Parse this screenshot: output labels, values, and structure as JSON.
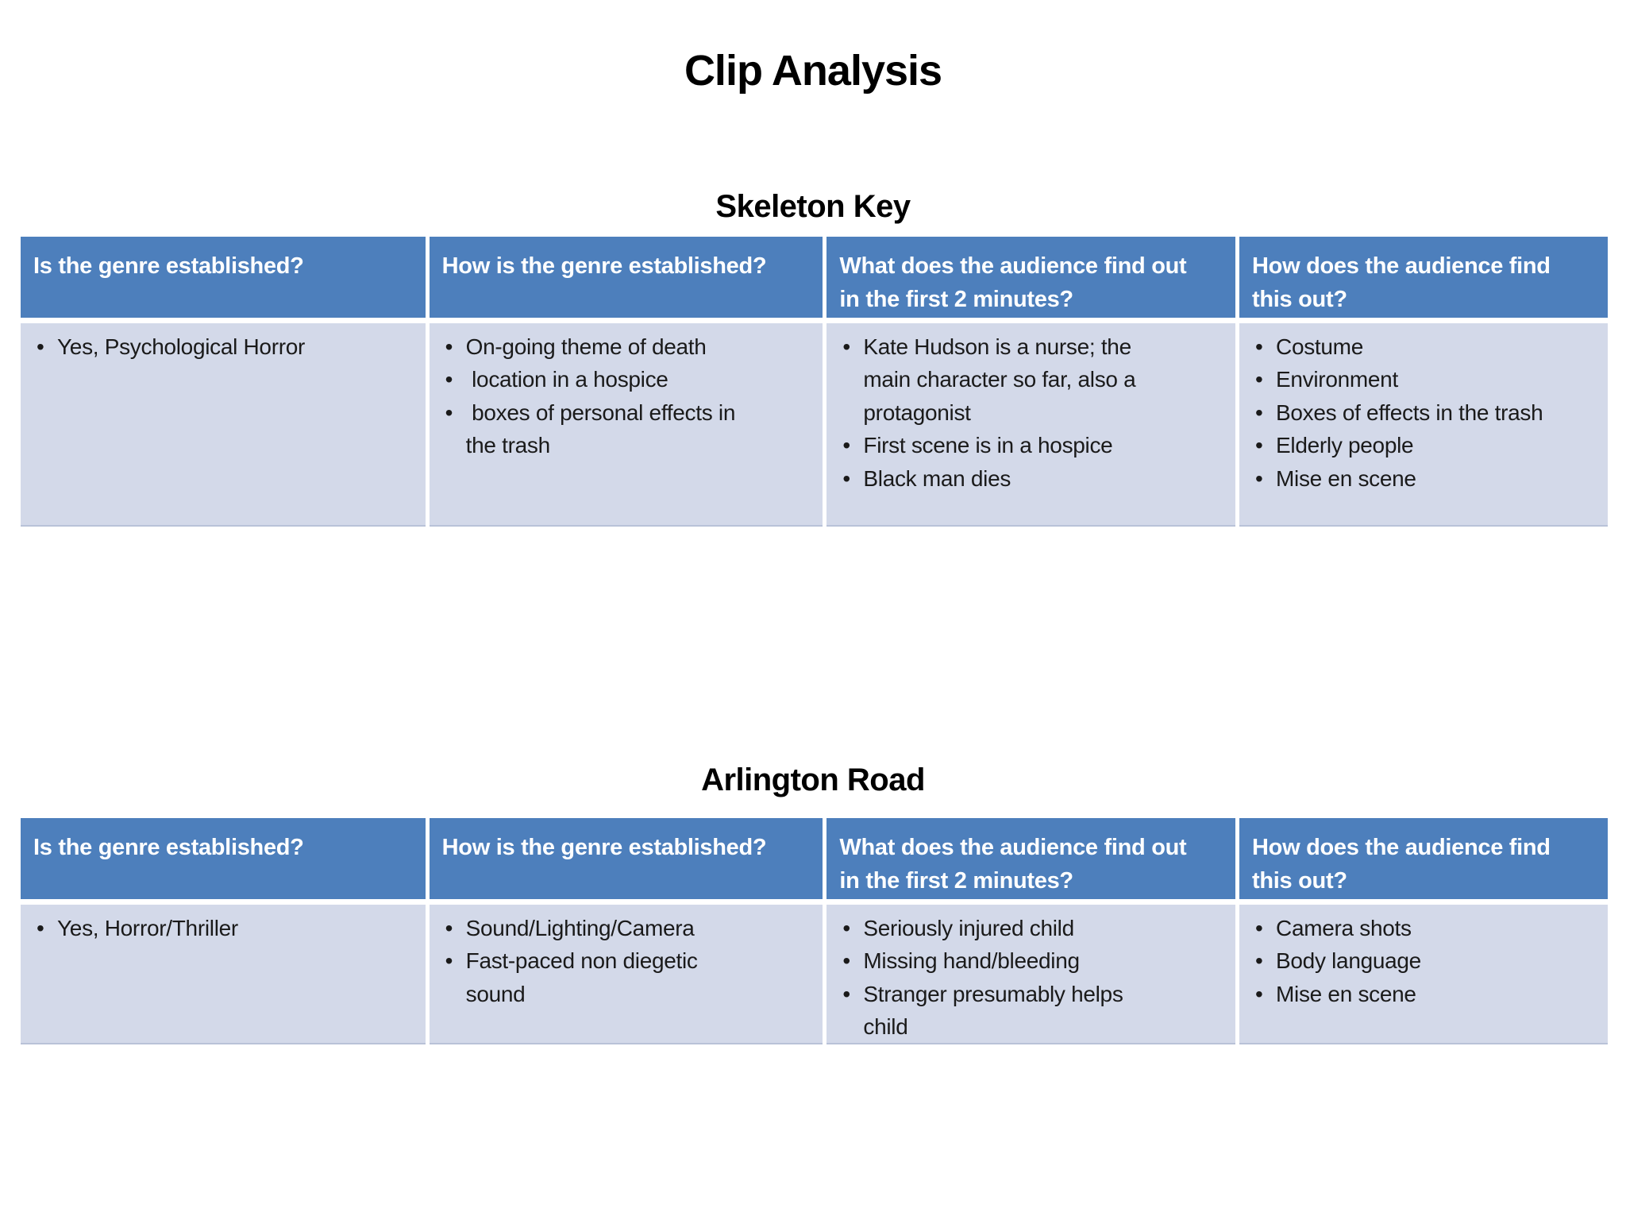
{
  "slide": {
    "title": "Clip Analysis"
  },
  "table_headers": [
    "Is the genre established?",
    "How is the genre established?",
    "What does the audience find out\nin the first 2 minutes?",
    "How does the audience find\nthis out?"
  ],
  "sections": [
    {
      "title": "Skeleton Key",
      "columns": [
        [
          "Yes, Psychological Horror"
        ],
        [
          "On-going theme of death",
          " location in a hospice",
          " boxes of personal effects in\nthe trash"
        ],
        [
          "Kate Hudson is a nurse; the\nmain character so far, also a\nprotagonist",
          "First scene is in a hospice",
          "Black man dies"
        ],
        [
          "Costume",
          "Environment",
          "Boxes of effects in the trash",
          "Elderly people",
          "Mise en scene"
        ]
      ]
    },
    {
      "title": "Arlington Road",
      "columns": [
        [
          "Yes, Horror/Thriller"
        ],
        [
          "Sound/Lighting/Camera",
          "Fast-paced non diegetic\nsound"
        ],
        [
          "Seriously injured child",
          "Missing hand/bleeding",
          "Stranger presumably helps\nchild"
        ],
        [
          "Camera shots",
          "Body language",
          "Mise en scene"
        ]
      ]
    }
  ],
  "colors": {
    "header_bg": "#4d7fbc",
    "header_text": "#ffffff",
    "body_bg": "#d3d9e9",
    "body_text": "#1a1a1a"
  }
}
